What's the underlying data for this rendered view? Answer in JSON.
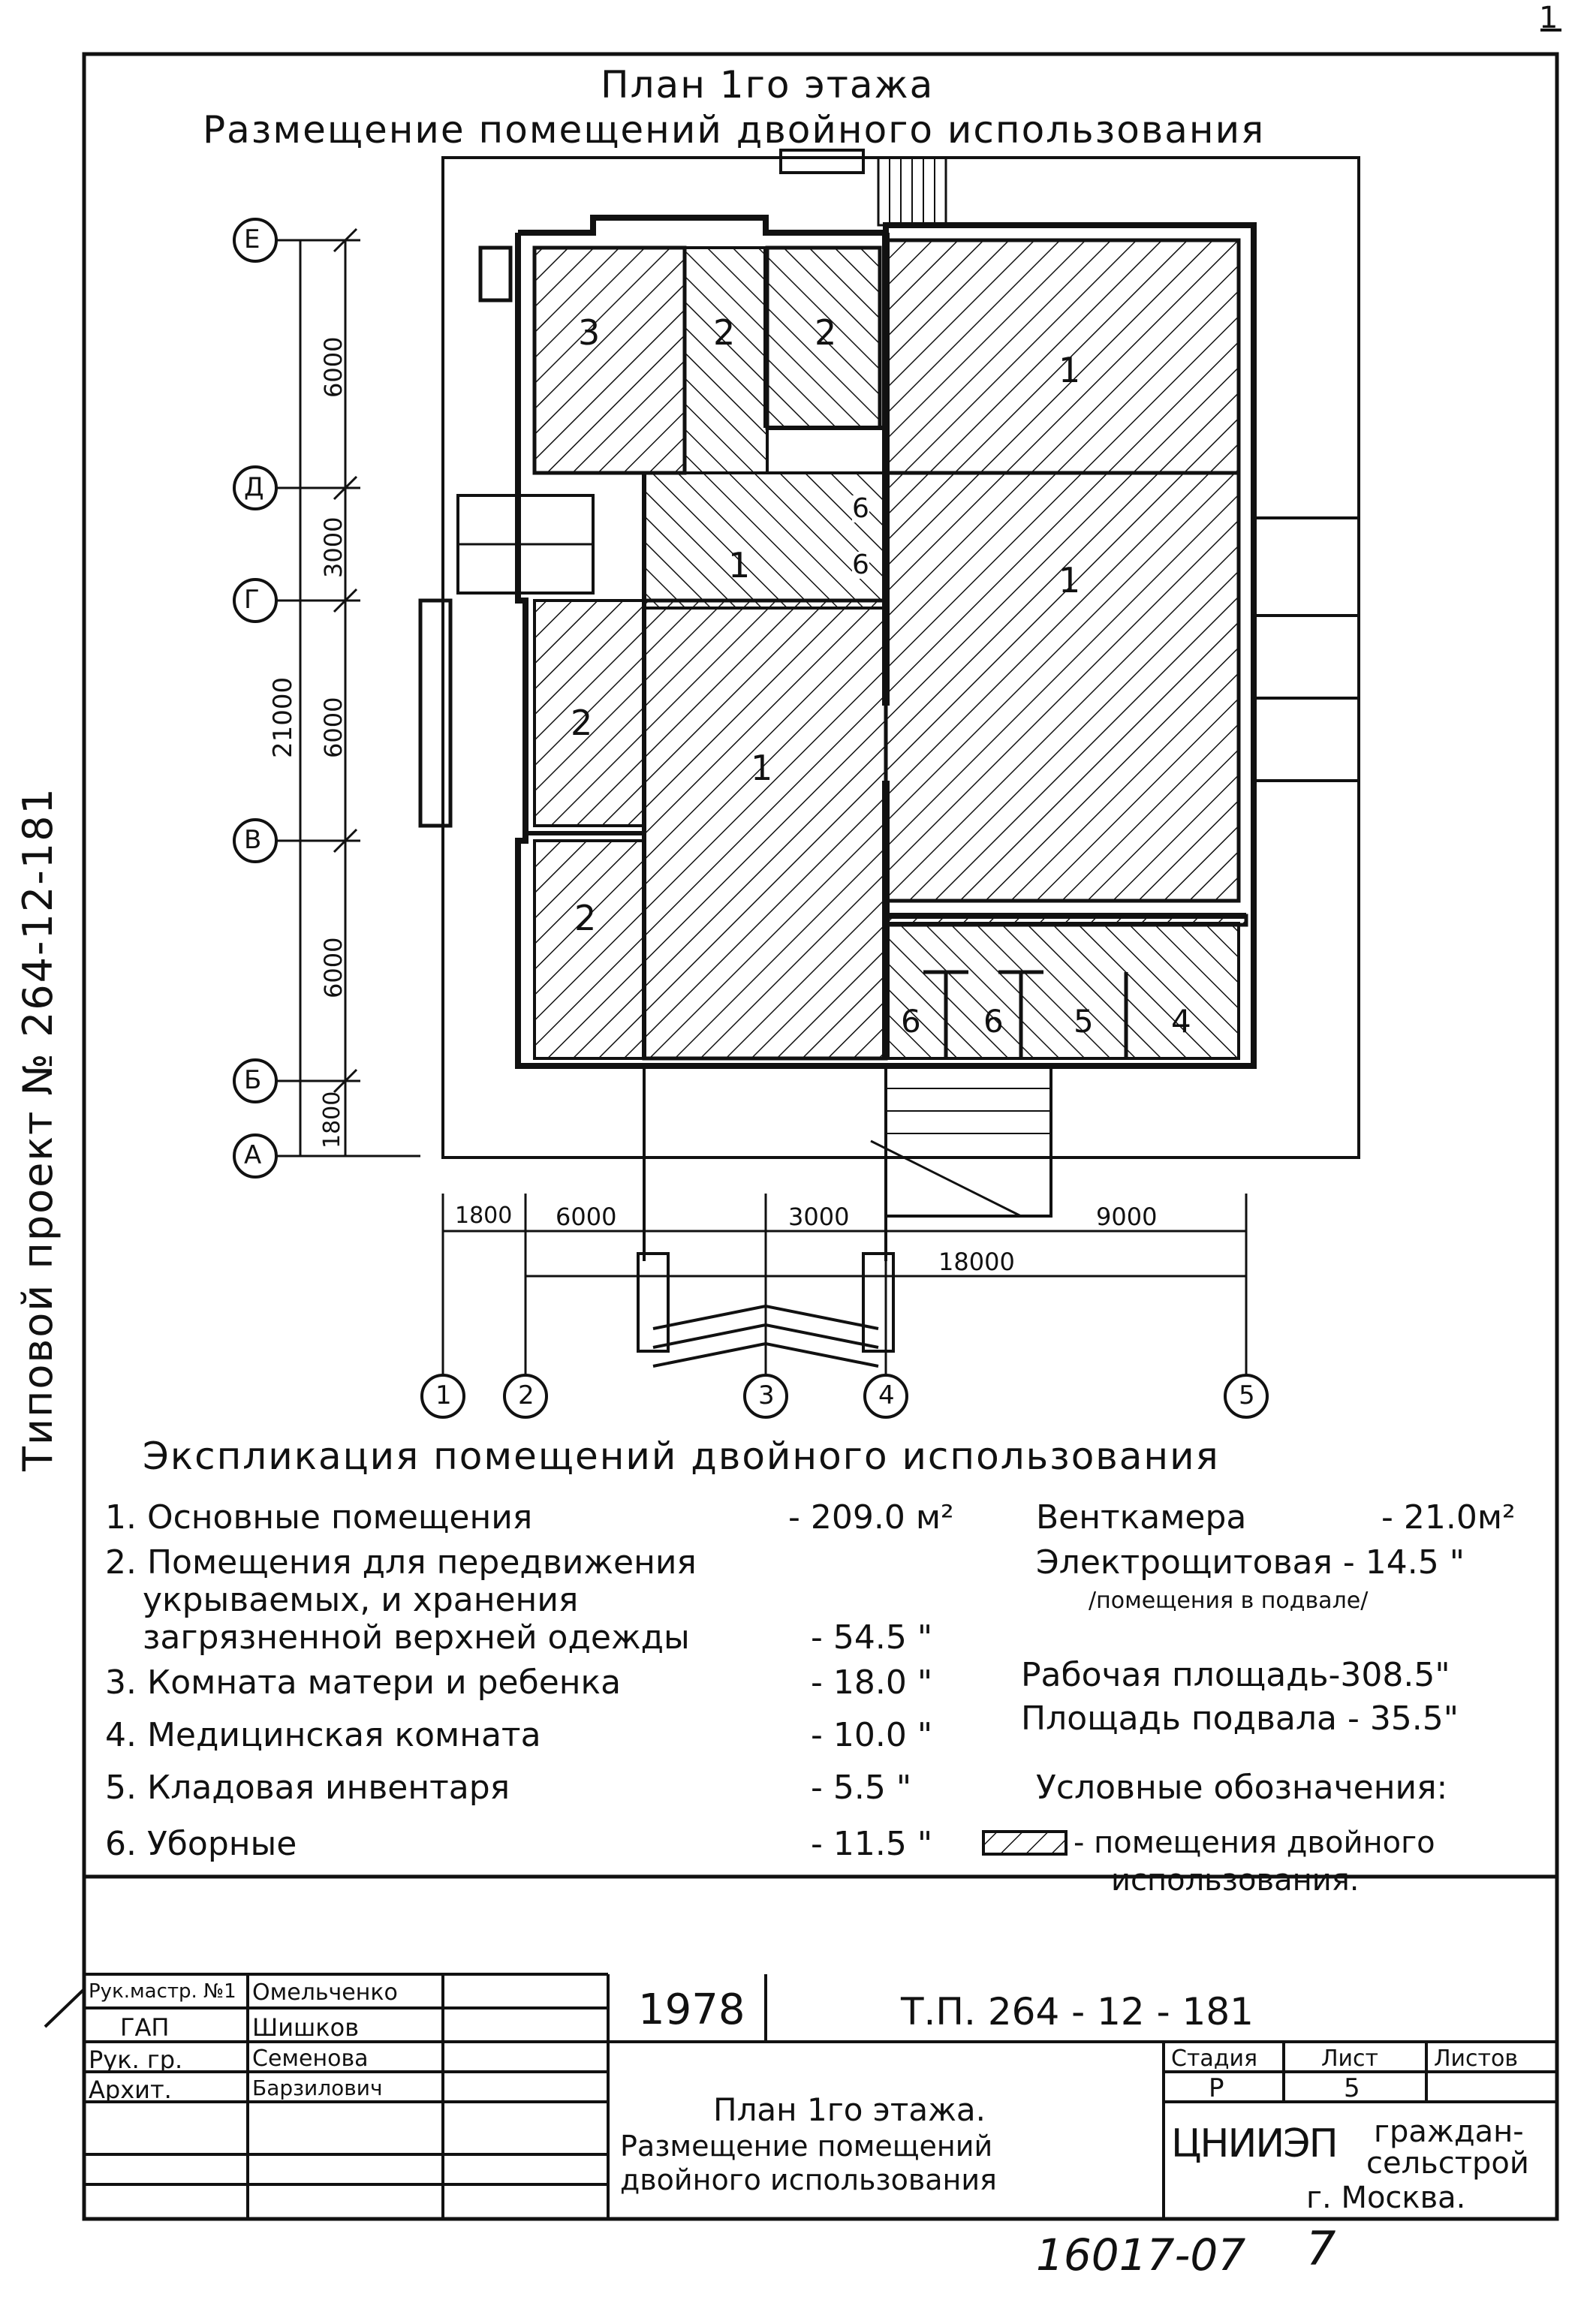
{
  "corner_mark": "1",
  "side_text": "Типовой  проект № 264-12-181",
  "title": {
    "line1": "План 1го этажа",
    "line2": "Размещение помещений двойного использования"
  },
  "plan": {
    "room_numbers": [
      "3",
      "2",
      "2",
      "1",
      "1",
      "6",
      "6",
      "1",
      "2",
      "1",
      "2",
      "6",
      "6",
      "5",
      "4"
    ],
    "axes_rows": [
      "Е",
      "Д",
      "Г",
      "В",
      "Б",
      "А"
    ],
    "axes_cols": [
      "1",
      "2",
      "3",
      "4",
      "5"
    ],
    "dims_vertical": [
      "6000",
      "3000",
      "6000",
      "6000",
      "1800"
    ],
    "dim_vertical_total": "21000",
    "dims_horizontal": [
      "1800",
      "6000",
      "3000",
      "9000"
    ],
    "dim_horizontal_total": "18000"
  },
  "explication": {
    "heading": "Экспликация помещений двойного использования",
    "items": [
      {
        "text": "1. Основные помещения",
        "value": "- 209.0 м²"
      },
      {
        "text": "2. Помещения для передвижения",
        "value": ""
      },
      {
        "text": "укрываемых, и хранения",
        "value": ""
      },
      {
        "text": "загрязненной верхней одежды",
        "value": "- 54.5 \""
      },
      {
        "text": "3. Комната матери и ребенка",
        "value": "- 18.0 \""
      },
      {
        "text": "4. Медицинская комната",
        "value": "- 10.0 \""
      },
      {
        "text": "5. Кладовая инвентаря",
        "value": "- 5.5 \""
      },
      {
        "text": "6. Уборные",
        "value": "- 11.5 \""
      }
    ],
    "right": {
      "ventkamera": "Венткамера",
      "ventkamera_value": "- 21.0м²",
      "electro": "Электрощитовая - 14.5 \"",
      "basement_note": "/помещения в подвале/",
      "work_area": "Рабочая площадь-308.5\"",
      "basement_area": "Площадь подвала - 35.5\"",
      "legend_heading": "Условные обозначения:",
      "legend_text1": "- помещения двойного",
      "legend_text2": "использования."
    }
  },
  "title_block": {
    "roles": [
      "Рук.мастр. №1",
      "ГАП",
      "Рук. гр.",
      "Архит."
    ],
    "names": [
      "Омельченко",
      "Шишков",
      "Семенова",
      "Барзилович"
    ],
    "year": "1978",
    "project_code": "Т.П. 264 - 12 - 181",
    "sheet_title1": "План 1го этажа.",
    "sheet_title2": "Размещение помещений",
    "sheet_title3": "двойного использования",
    "stage_label": "Стадия",
    "sheet_label": "Лист",
    "sheets_label": "Листов",
    "stage": "Р",
    "sheet": "5",
    "org_logo": "ЦНИИЭП",
    "org1": "граждан-",
    "org2": "сельстрой",
    "city": "г. Москва."
  },
  "footer": {
    "code": "16017-07",
    "page": "7"
  },
  "colors": {
    "ink": "#111111",
    "paper": "#ffffff"
  }
}
